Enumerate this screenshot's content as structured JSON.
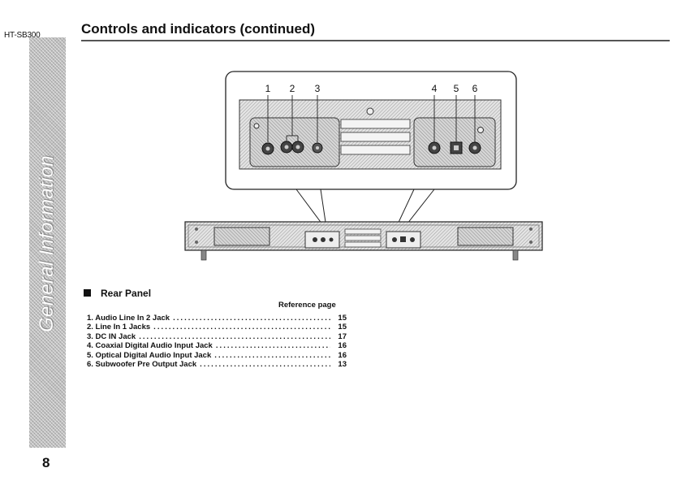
{
  "header": {
    "model": "HT-SB300",
    "title": "Controls and indicators (continued)"
  },
  "sidebar": {
    "text": "General Information"
  },
  "page_number": "8",
  "figure": {
    "callouts": [
      "1",
      "2",
      "3",
      "4",
      "5",
      "6"
    ]
  },
  "section": {
    "heading": "Rear Panel",
    "reference_heading": "Reference page",
    "items": [
      {
        "label": "1.  Audio Line In 2 Jack",
        "page": "15"
      },
      {
        "label": "2.  Line In 1 Jacks",
        "page": "15"
      },
      {
        "label": "3.  DC IN Jack",
        "page": "17"
      },
      {
        "label": "4.  Coaxial Digital Audio Input Jack",
        "page": "16"
      },
      {
        "label": "5.  Optical Digital Audio Input Jack",
        "page": "16"
      },
      {
        "label": "6.  Subwoofer Pre Output Jack",
        "page": "13"
      }
    ]
  }
}
